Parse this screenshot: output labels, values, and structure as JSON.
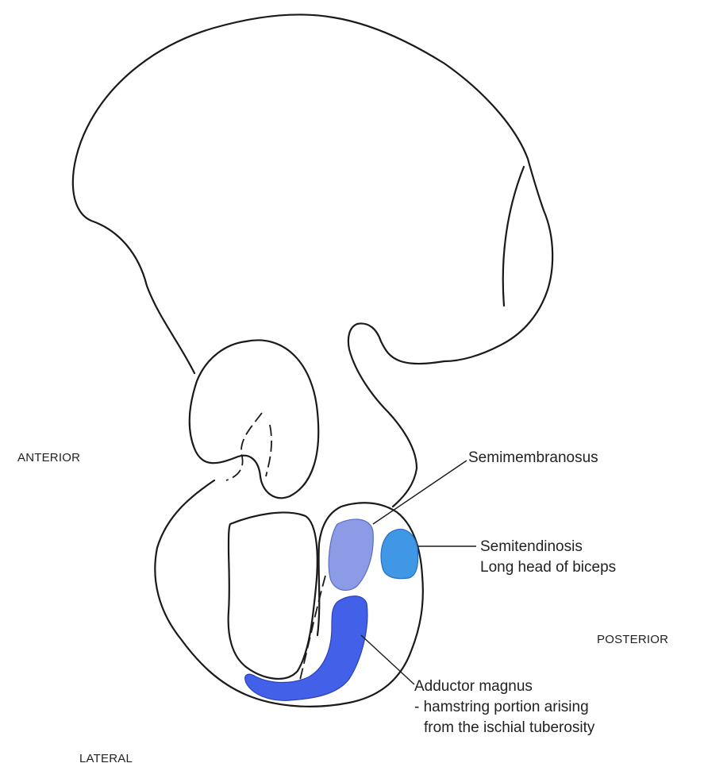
{
  "directions": {
    "anterior": "ANTERIOR",
    "posterior": "POSTERIOR",
    "lateral": "LATERAL"
  },
  "labels": {
    "semimembranosus": "Semimembranosus",
    "semitendinosis": "Semitendinosis",
    "biceps": "Long head of biceps",
    "adductor_title": "Adductor magnus",
    "adductor_line1": "- hamstring portion arising",
    "adductor_line2": "from the ischial tuberosity"
  },
  "colors": {
    "semimembranosus": "#8c9be6",
    "semitendinosis": "#3f97e6",
    "adductor_magnus": "#4361e8"
  }
}
